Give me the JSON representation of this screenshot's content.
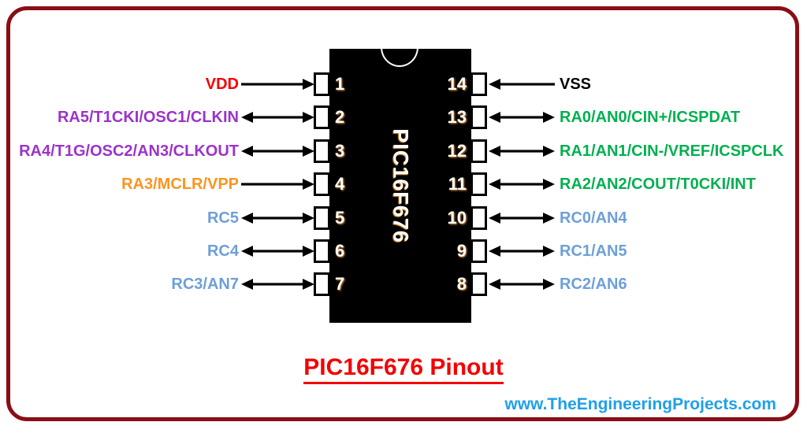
{
  "page": {
    "title": "PIC16F676 Pinout",
    "watermark": "www.TheEngineeringProjects.com"
  },
  "chip": {
    "name": "PIC16F676",
    "left_pins": [
      {
        "number": "1",
        "label": "VDD",
        "color": "#F40000",
        "direction": "in"
      },
      {
        "number": "2",
        "label": "RA5/T1CKI/OSC1/CLKIN",
        "color": "#9B33C9",
        "direction": "bidirectional"
      },
      {
        "number": "3",
        "label": "RA4/T1G/OSC2/AN3/CLKOUT",
        "color": "#9B33C9",
        "direction": "bidirectional"
      },
      {
        "number": "4",
        "label": "RA3/MCLR/VPP",
        "color": "#FC9420",
        "direction": "in"
      },
      {
        "number": "5",
        "label": "RC5",
        "color": "#6D9FD8",
        "direction": "bidirectional"
      },
      {
        "number": "6",
        "label": "RC4",
        "color": "#6D9FD8",
        "direction": "bidirectional"
      },
      {
        "number": "7",
        "label": "RC3/AN7",
        "color": "#6D9FD8",
        "direction": "bidirectional"
      }
    ],
    "right_pins": [
      {
        "number": "14",
        "label": "VSS",
        "color": "#000000",
        "direction": "in"
      },
      {
        "number": "13",
        "label": "RA0/AN0/CIN+/ICSPDAT",
        "color": "#00B050",
        "direction": "bidirectional"
      },
      {
        "number": "12",
        "label": "RA1/AN1/CIN-/VREF/ICSPCLK",
        "color": "#00B050",
        "direction": "bidirectional"
      },
      {
        "number": "11",
        "label": "RA2/AN2/COUT/T0CKI/INT",
        "color": "#00B050",
        "direction": "bidirectional"
      },
      {
        "number": "10",
        "label": "RC0/AN4",
        "color": "#6D9FD8",
        "direction": "bidirectional"
      },
      {
        "number": "9",
        "label": "RC1/AN5",
        "color": "#6D9FD8",
        "direction": "bidirectional"
      },
      {
        "number": "8",
        "label": "RC2/AN6",
        "color": "#6D9FD8",
        "direction": "bidirectional"
      }
    ]
  },
  "colors": {
    "frame": "#8B0D15",
    "title": "#F40000",
    "watermark": "#1FA0E8",
    "chip_body": "#000000",
    "pin_number_text": "#FFFFFF",
    "arrow": "#000000"
  }
}
